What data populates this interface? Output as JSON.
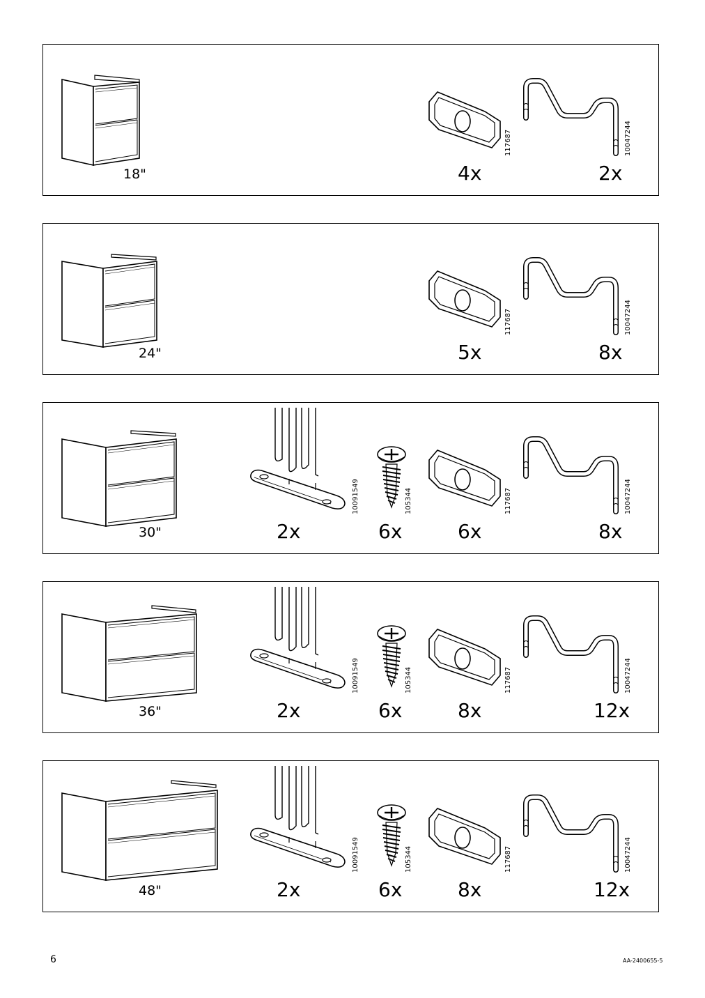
{
  "panels": [
    {
      "size": "18\"",
      "parts": [
        {
          "type": "nut-plate",
          "code": "117687",
          "qty": "4x"
        },
        {
          "type": "wire-clip",
          "code": "10047244",
          "qty": "2x"
        }
      ]
    },
    {
      "size": "24\"",
      "parts": [
        {
          "type": "nut-plate",
          "code": "117687",
          "qty": "5x"
        },
        {
          "type": "wire-clip",
          "code": "10047244",
          "qty": "8x"
        }
      ]
    },
    {
      "size": "30\"",
      "parts": [
        {
          "type": "bracket",
          "code": "10091549",
          "qty": "2x"
        },
        {
          "type": "screw",
          "code": "105344",
          "qty": "6x"
        },
        {
          "type": "nut-plate",
          "code": "117687",
          "qty": "6x"
        },
        {
          "type": "wire-clip",
          "code": "10047244",
          "qty": "8x"
        }
      ]
    },
    {
      "size": "36\"",
      "parts": [
        {
          "type": "bracket",
          "code": "10091549",
          "qty": "2x"
        },
        {
          "type": "screw",
          "code": "105344",
          "qty": "6x"
        },
        {
          "type": "nut-plate",
          "code": "117687",
          "qty": "8x"
        },
        {
          "type": "wire-clip",
          "code": "10047244",
          "qty": "12x"
        }
      ]
    },
    {
      "size": "48\"",
      "parts": [
        {
          "type": "bracket",
          "code": "10091549",
          "qty": "2x"
        },
        {
          "type": "screw",
          "code": "105344",
          "qty": "6x"
        },
        {
          "type": "nut-plate",
          "code": "117687",
          "qty": "8x"
        },
        {
          "type": "wire-clip",
          "code": "10047244",
          "qty": "12x"
        }
      ]
    }
  ],
  "footer": {
    "page_number": "6",
    "doc_id": "AA-2400655-5"
  }
}
